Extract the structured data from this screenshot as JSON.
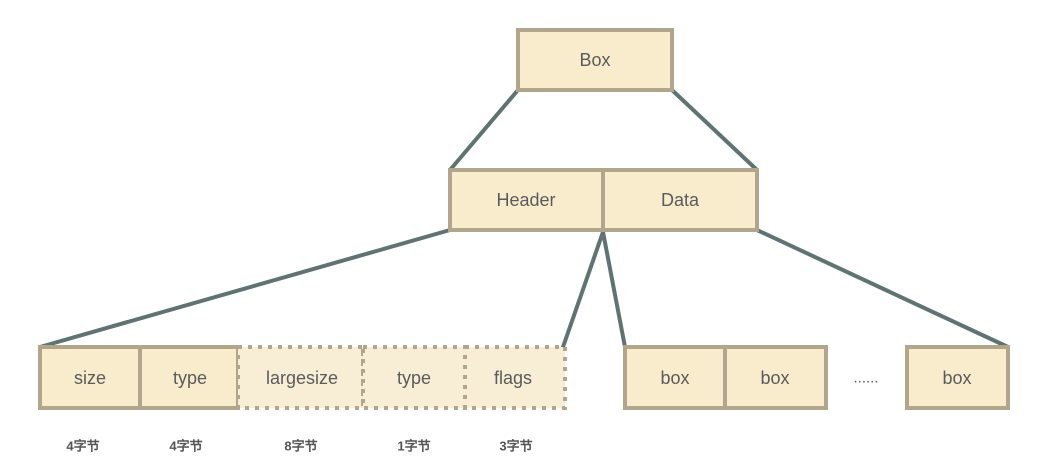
{
  "root": {
    "label": "Box"
  },
  "level2": [
    {
      "label": "Header"
    },
    {
      "label": "Data"
    }
  ],
  "header_fields": [
    {
      "label": "size",
      "size": "4字节",
      "optional": false
    },
    {
      "label": "type",
      "size": "4字节",
      "optional": false
    },
    {
      "label": "largesize",
      "size": "8字节",
      "optional": true
    },
    {
      "label": "type",
      "size": "1字节",
      "optional": true
    },
    {
      "label": "flags",
      "size": "3字节",
      "optional": true
    }
  ],
  "data_children": [
    {
      "label": "box"
    },
    {
      "label": "box"
    },
    {
      "label": "box"
    }
  ],
  "ellipsis": "......",
  "colors": {
    "fill": "#f8eccd",
    "stroke": "#b1a68b",
    "connector": "#5f7472"
  }
}
